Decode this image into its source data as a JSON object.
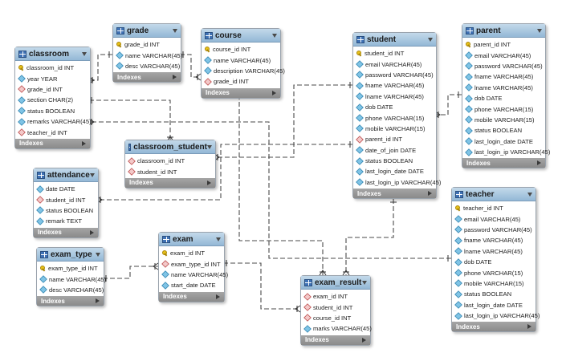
{
  "footer_label": "Indexes",
  "tables": {
    "classroom": {
      "title": "classroom",
      "columns": [
        {
          "text": "classroom_id INT",
          "kind": "pk"
        },
        {
          "text": "year YEAR",
          "kind": "col"
        },
        {
          "text": "grade_id INT",
          "kind": "fk"
        },
        {
          "text": "section CHAR(2)",
          "kind": "col"
        },
        {
          "text": "status BOOLEAN",
          "kind": "col"
        },
        {
          "text": "remarks VARCHAR(45)",
          "kind": "col"
        },
        {
          "text": "teacher_id INT",
          "kind": "fk"
        }
      ]
    },
    "grade": {
      "title": "grade",
      "columns": [
        {
          "text": "grade_id INT",
          "kind": "pk"
        },
        {
          "text": "name VARCHAR(45)",
          "kind": "col"
        },
        {
          "text": "desc VARCHAR(45)",
          "kind": "col"
        }
      ]
    },
    "course": {
      "title": "course",
      "columns": [
        {
          "text": "course_id INT",
          "kind": "pk"
        },
        {
          "text": "name VARCHAR(45)",
          "kind": "col"
        },
        {
          "text": "description VARCHAR(45)",
          "kind": "col"
        },
        {
          "text": "grade_id INT",
          "kind": "fk"
        }
      ]
    },
    "classroom_student": {
      "title": "classroom_student",
      "columns": [
        {
          "text": "classroom_id INT",
          "kind": "fk"
        },
        {
          "text": "student_id INT",
          "kind": "fk"
        }
      ]
    },
    "student": {
      "title": "student",
      "columns": [
        {
          "text": "student_id INT",
          "kind": "pk"
        },
        {
          "text": "email VARCHAR(45)",
          "kind": "col"
        },
        {
          "text": "password VARCHAR(45)",
          "kind": "col"
        },
        {
          "text": "fname VARCHAR(45)",
          "kind": "col"
        },
        {
          "text": "lname VARCHAR(45)",
          "kind": "col"
        },
        {
          "text": "dob DATE",
          "kind": "col"
        },
        {
          "text": "phone VARCHAR(15)",
          "kind": "col"
        },
        {
          "text": "mobile VARCHAR(15)",
          "kind": "col"
        },
        {
          "text": "parent_id INT",
          "kind": "fk"
        },
        {
          "text": "date_of_join DATE",
          "kind": "col"
        },
        {
          "text": "status BOOLEAN",
          "kind": "col"
        },
        {
          "text": "last_login_date DATE",
          "kind": "col"
        },
        {
          "text": "last_login_ip VARCHAR(45)",
          "kind": "col"
        }
      ]
    },
    "parent": {
      "title": "parent",
      "columns": [
        {
          "text": "parent_id INT",
          "kind": "pk"
        },
        {
          "text": "email VARCHAR(45)",
          "kind": "col"
        },
        {
          "text": "password VARCHAR(45)",
          "kind": "col"
        },
        {
          "text": "fname VARCHAR(45)",
          "kind": "col"
        },
        {
          "text": "lname VARCHAR(45)",
          "kind": "col"
        },
        {
          "text": "dob DATE",
          "kind": "col"
        },
        {
          "text": "phone VARCHAR(15)",
          "kind": "col"
        },
        {
          "text": "mobile VARCHAR(15)",
          "kind": "col"
        },
        {
          "text": "status BOOLEAN",
          "kind": "col"
        },
        {
          "text": "last_login_date DATE",
          "kind": "col"
        },
        {
          "text": "last_login_ip VARCHAR(45)",
          "kind": "col"
        }
      ]
    },
    "attendance": {
      "title": "attendance",
      "columns": [
        {
          "text": "date DATE",
          "kind": "col"
        },
        {
          "text": "student_id INT",
          "kind": "fk"
        },
        {
          "text": "status BOOLEAN",
          "kind": "col"
        },
        {
          "text": "remark TEXT",
          "kind": "col"
        }
      ]
    },
    "exam_type": {
      "title": "exam_type",
      "columns": [
        {
          "text": "exam_type_id INT",
          "kind": "pk"
        },
        {
          "text": "name VARCHAR(45)",
          "kind": "col"
        },
        {
          "text": "desc VARCHAR(45)",
          "kind": "col"
        }
      ]
    },
    "exam": {
      "title": "exam",
      "columns": [
        {
          "text": "exam_id INT",
          "kind": "pk"
        },
        {
          "text": "exam_type_id INT",
          "kind": "fk"
        },
        {
          "text": "name VARCHAR(45)",
          "kind": "col"
        },
        {
          "text": "start_date DATE",
          "kind": "col"
        }
      ]
    },
    "exam_result": {
      "title": "exam_result",
      "columns": [
        {
          "text": "exam_id INT",
          "kind": "fk"
        },
        {
          "text": "student_id INT",
          "kind": "fk"
        },
        {
          "text": "course_id INT",
          "kind": "fk"
        },
        {
          "text": "marks VARCHAR(45)",
          "kind": "col"
        }
      ]
    },
    "teacher": {
      "title": "teacher",
      "columns": [
        {
          "text": "teacher_id INT",
          "kind": "pk"
        },
        {
          "text": "email VARCHAR(45)",
          "kind": "col"
        },
        {
          "text": "password VARCHAR(45)",
          "kind": "col"
        },
        {
          "text": "fname VARCHAR(45)",
          "kind": "col"
        },
        {
          "text": "lname VARCHAR(45)",
          "kind": "col"
        },
        {
          "text": "dob DATE",
          "kind": "col"
        },
        {
          "text": "phone VARCHAR(15)",
          "kind": "col"
        },
        {
          "text": "mobile VARCHAR(15)",
          "kind": "col"
        },
        {
          "text": "status BOOLEAN",
          "kind": "col"
        },
        {
          "text": "last_login_date DATE",
          "kind": "col"
        },
        {
          "text": "last_login_ip VARCHAR(45)",
          "kind": "col"
        }
      ]
    }
  }
}
